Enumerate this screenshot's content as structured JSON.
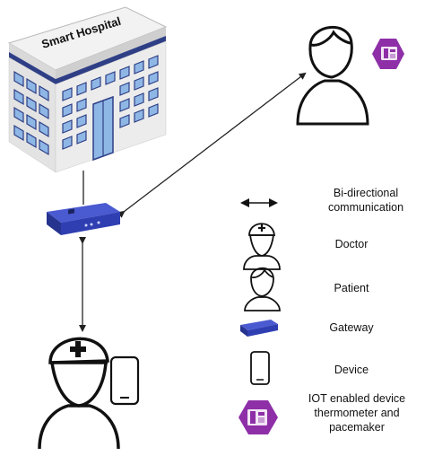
{
  "building": {
    "title": "Smart Hospital"
  },
  "legend": {
    "bidirectional": "Bi-directional communication",
    "doctor": "Doctor",
    "patient": "Patient",
    "gateway": "Gateway",
    "device": "Device",
    "iot_line1": "IOT enabled device",
    "iot_line2": "thermometer and",
    "iot_line3": "pacemaker"
  },
  "colors": {
    "hospital_blue": "#2f3f86",
    "window_blue": "#8fb7e6",
    "gateway_blue": "#2f3fb2",
    "iot_purple": "#8e2fa8"
  },
  "icons": [
    "hospital-building-icon",
    "gateway-router-icon",
    "patient-icon",
    "doctor-icon",
    "mobile-device-icon",
    "iot-device-icon",
    "bidirectional-arrow-icon"
  ]
}
